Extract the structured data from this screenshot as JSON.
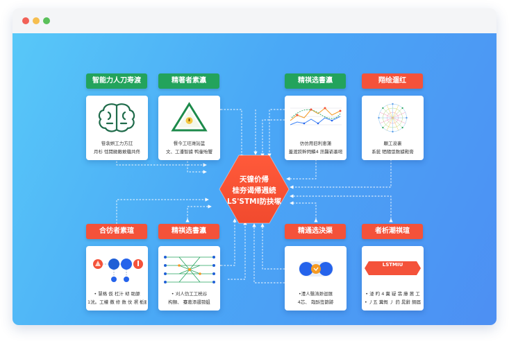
{
  "colors": {
    "green": "#23a35c",
    "red": "#f4523a",
    "orange": "#f59a23",
    "blue": "#2563eb",
    "title_bar": "#f4f5f7",
    "close": "#f26157",
    "minimize": "#f6be4f",
    "maximize": "#5ac05a"
  },
  "hub": {
    "line1": "天镍价帰",
    "line2": "桂夯谒帰週続",
    "line3": "LS'STMI防抉塚"
  },
  "pills": [
    {
      "label": "智能力人刀寿渡"
    },
    {
      "label": "精著者素瀛"
    },
    {
      "label": "精祺选書瀛"
    },
    {
      "label": "翔绘遛红"
    },
    {
      "label": "合彷者素瑄"
    },
    {
      "label": "精祺选書瀛"
    },
    {
      "label": "精通选決渠"
    },
    {
      "label": "者析潮祺瑄"
    }
  ],
  "cards": [
    {
      "icon": "brain-icon",
      "line1": "笹衾娯工力方訌",
      "line2": "月杉 恬閱颱敵敢蘊共佟"
    },
    {
      "icon": "warning-triangle-icon",
      "line1": "餐今工玨潍訫篮",
      "line2": "文、工潘智據 鸭壷貽蟹"
    },
    {
      "icon": "network-line-chart-icon",
      "line1": "仿仿用旧利恵蓮",
      "line2": "蓋渡跤幹閃鱗4 訊醫嵛墨嘧"
    },
    {
      "icon": "circular-network-icon",
      "line1": "顆工浚裏",
      "line2": "系莸 牺隨恁数據殿膏"
    },
    {
      "icon": "node-circles-icon",
      "line1": "• 慧格 仮 杠汁 刧 助謜",
      "line2": "1洸。工權 撒 修 数 伩 凞 栀屣"
    },
    {
      "icon": "neural-network-icon",
      "line1": "• 刈人仂工工桄谷",
      "line2": "构顫、 蹇葛添遏镑蛆"
    },
    {
      "icon": "toggle-circles-icon",
      "line1": "•澧人翳涛渺迴匯",
      "line2": "4芯、 哉酙签篩跡"
    },
    {
      "icon": "lstm-banner-icon",
      "banner": "LSTMIU",
      "line1": "• 溇 旳 4 糞 疑 翡 藤 蒽 工",
      "line2": "• 丿五 糞慨 丿 药 晁辭 餇届"
    }
  ]
}
